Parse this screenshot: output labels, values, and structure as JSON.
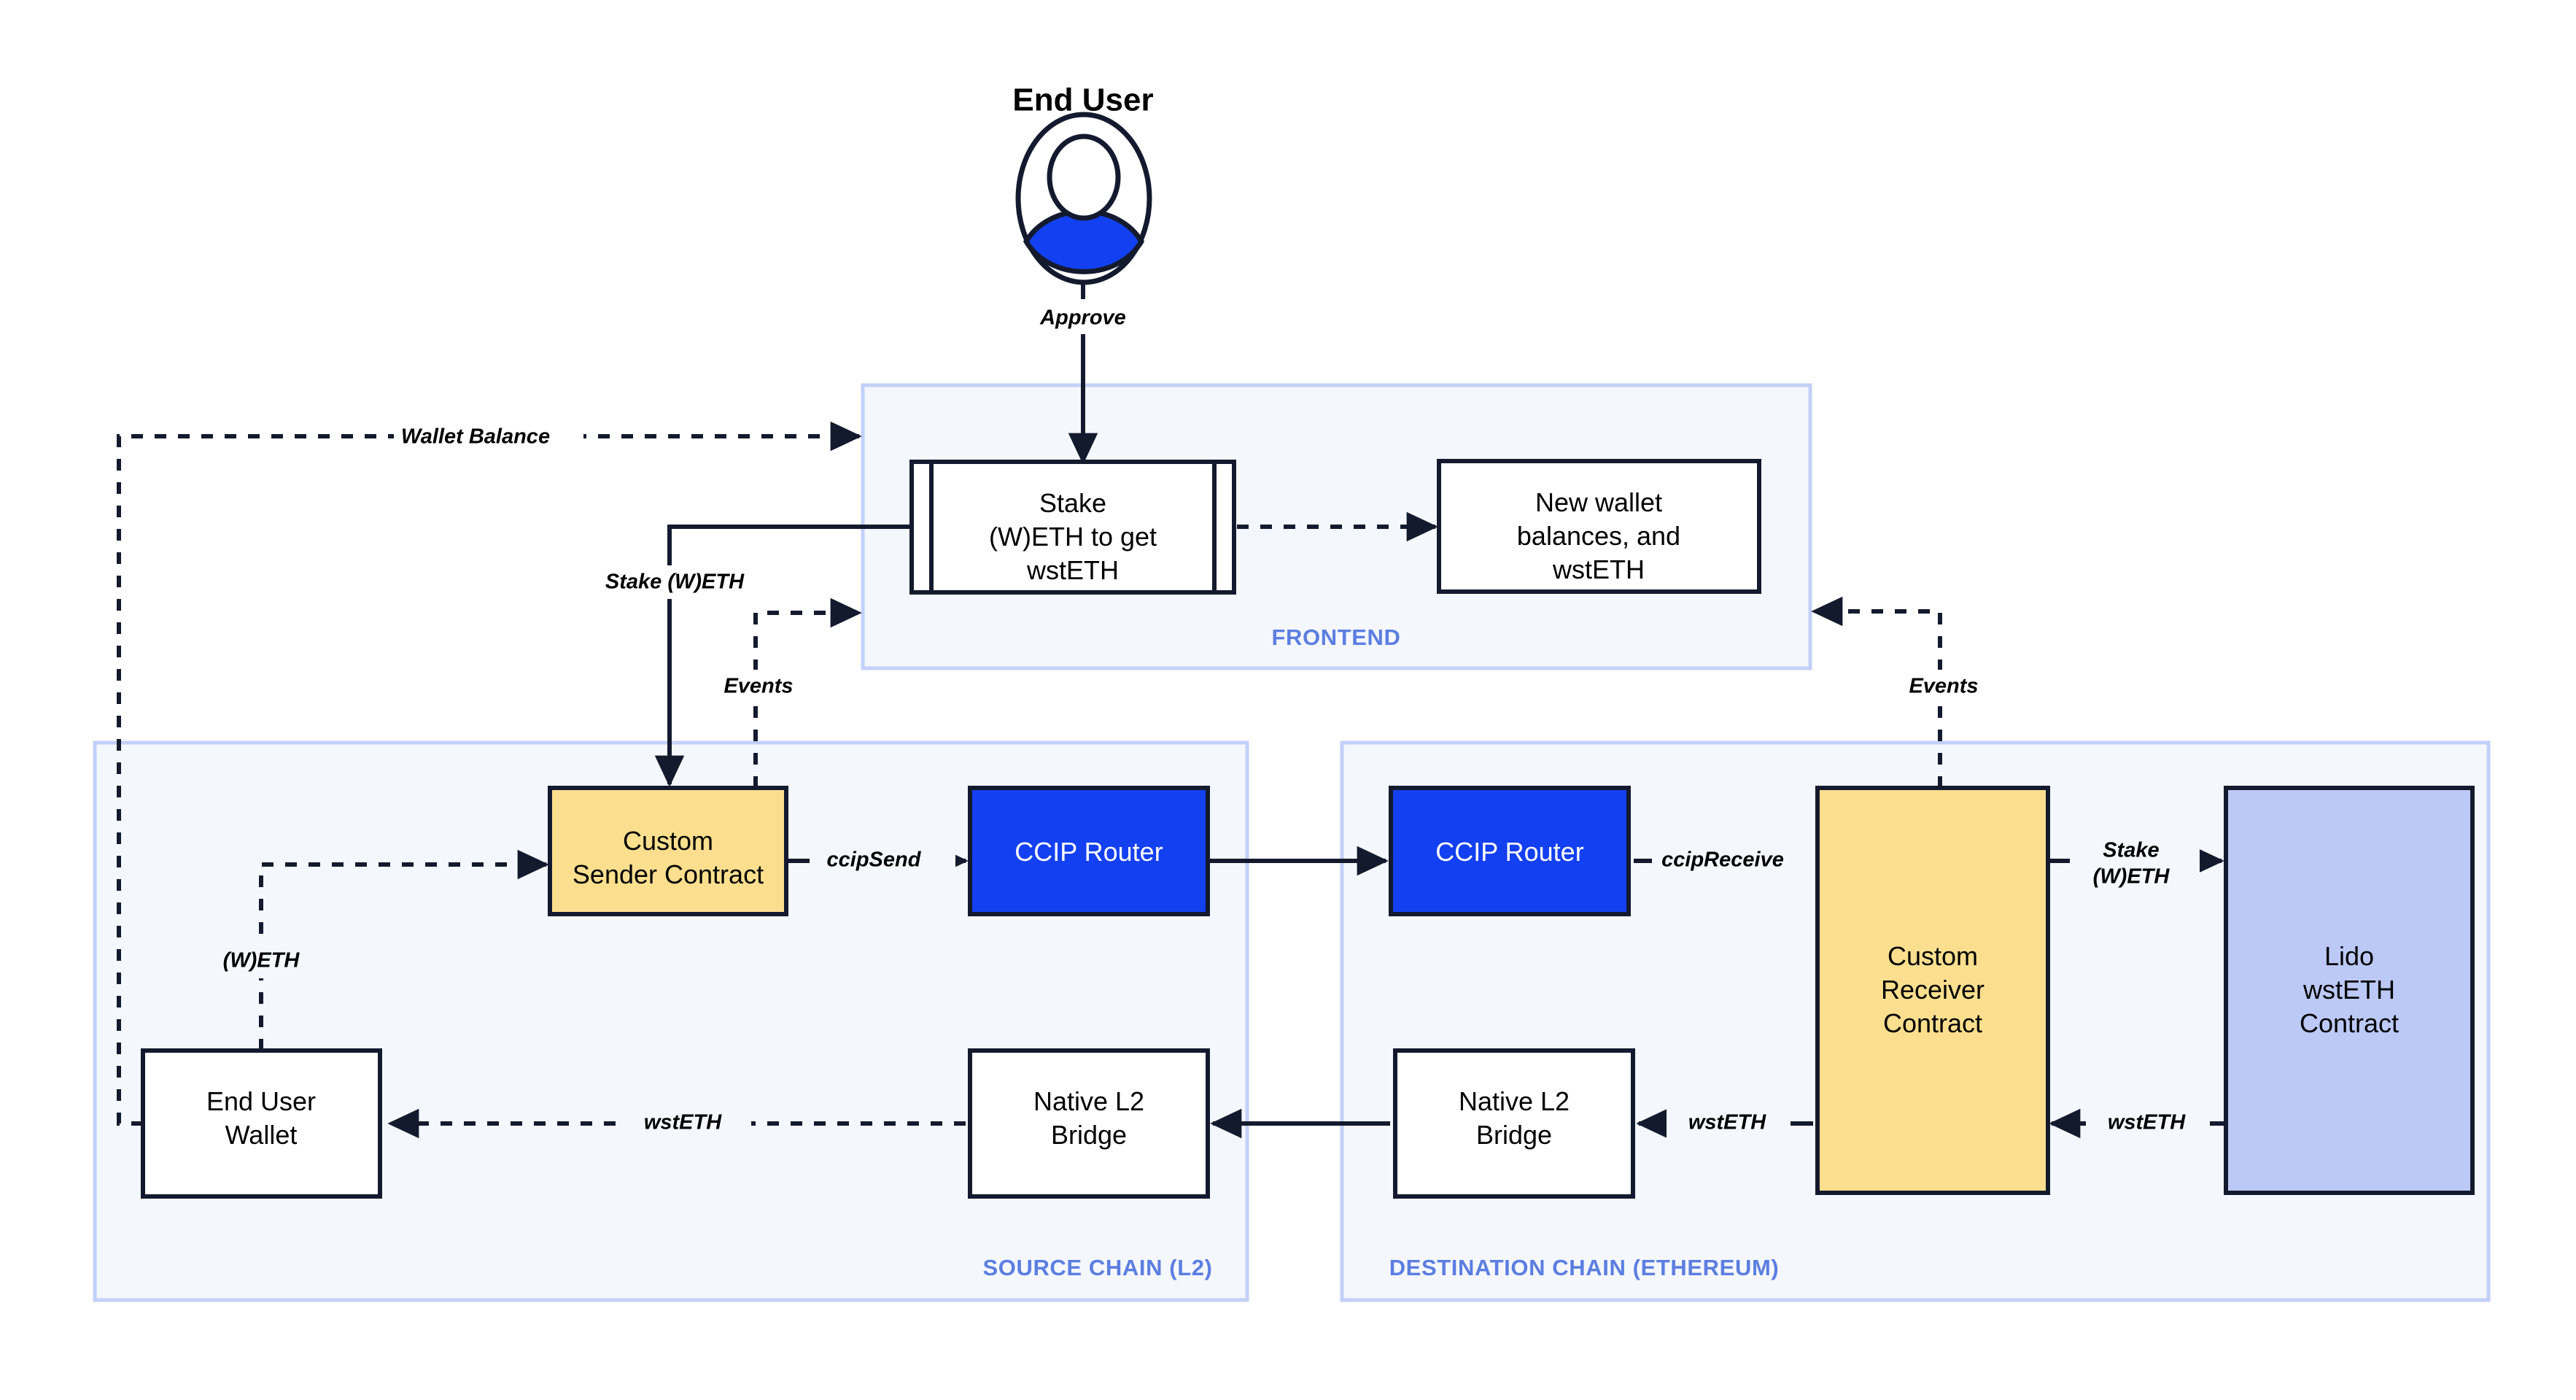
{
  "diagram": {
    "title": "End User",
    "actor": {
      "label": "End User",
      "icon": "user-avatar-icon"
    },
    "lanes": [
      {
        "id": "frontend",
        "label": "FRONTEND"
      },
      {
        "id": "source",
        "label": "SOURCE CHAIN (L2)"
      },
      {
        "id": "destination",
        "label": "DESTINATION CHAIN (ETHEREUM)"
      }
    ],
    "nodes": [
      {
        "id": "stake-weth",
        "lines": [
          "Stake",
          "(W)ETH to get",
          "wstETH"
        ],
        "style": "white-subroutine"
      },
      {
        "id": "new-balances",
        "lines": [
          "New wallet",
          "balances, and",
          "wstETH"
        ],
        "style": "white"
      },
      {
        "id": "sender-contract",
        "lines": [
          "Custom",
          "Sender Contract"
        ],
        "style": "yellow"
      },
      {
        "id": "router-source",
        "lines": [
          "CCIP Router"
        ],
        "style": "blue"
      },
      {
        "id": "router-dest",
        "lines": [
          "CCIP Router"
        ],
        "style": "blue"
      },
      {
        "id": "receiver-contract",
        "lines": [
          "Custom",
          "Receiver",
          "Contract"
        ],
        "style": "yellow"
      },
      {
        "id": "lido-contract",
        "lines": [
          "Lido",
          "wstETH",
          "Contract"
        ],
        "style": "lido"
      },
      {
        "id": "user-wallet",
        "lines": [
          "End User",
          "Wallet"
        ],
        "style": "white"
      },
      {
        "id": "bridge-source",
        "lines": [
          "Native L2",
          "Bridge"
        ],
        "style": "white"
      },
      {
        "id": "bridge-dest",
        "lines": [
          "Native L2",
          "Bridge"
        ],
        "style": "white"
      }
    ],
    "edges": [
      {
        "id": "approve",
        "label": "Approve",
        "from": "user-actor",
        "to": "stake-weth",
        "line": "solid"
      },
      {
        "id": "wallet-balance",
        "label": "Wallet Balance",
        "from": "user-wallet",
        "to": "frontend-lane",
        "line": "dashed"
      },
      {
        "id": "new-balances",
        "label": "",
        "from": "stake-weth",
        "to": "new-balances",
        "line": "dashed"
      },
      {
        "id": "stake-weth-out",
        "label": "Stake (W)ETH",
        "from": "stake-weth",
        "to": "sender-contract",
        "line": "solid"
      },
      {
        "id": "events-source",
        "label": "Events",
        "from": "sender-contract",
        "to": "frontend-lane",
        "line": "dashed"
      },
      {
        "id": "events-dest",
        "label": "Events",
        "from": "receiver-contract",
        "to": "frontend-lane",
        "line": "dashed"
      },
      {
        "id": "weth-in",
        "label": "(W)ETH",
        "from": "user-wallet",
        "to": "sender-contract",
        "line": "dashed"
      },
      {
        "id": "ccip-send",
        "label": "ccipSend",
        "from": "sender-contract",
        "to": "router-source",
        "line": "solid"
      },
      {
        "id": "cross-chain",
        "label": "",
        "from": "router-source",
        "to": "router-dest",
        "line": "solid"
      },
      {
        "id": "ccip-receive",
        "label": "ccipReceive",
        "from": "router-dest",
        "to": "receiver-contract",
        "line": "solid"
      },
      {
        "id": "stake-lido",
        "label": "Stake (W)ETH",
        "from": "receiver-contract",
        "to": "lido-contract",
        "line": "solid"
      },
      {
        "id": "wsteth-lido",
        "label": "wstETH",
        "from": "lido-contract",
        "to": "receiver-contract",
        "line": "solid"
      },
      {
        "id": "wsteth-bridge",
        "label": "wstETH",
        "from": "receiver-contract",
        "to": "bridge-dest",
        "line": "solid"
      },
      {
        "id": "bridge-cross",
        "label": "",
        "from": "bridge-dest",
        "to": "bridge-source",
        "line": "solid"
      },
      {
        "id": "wsteth-wallet",
        "label": "wstETH",
        "from": "bridge-source",
        "to": "user-wallet",
        "line": "dashed"
      }
    ],
    "edge_labels": {
      "approve": "Approve",
      "wallet_balance": "Wallet Balance",
      "stake_weth": "Stake (W)ETH",
      "events_source": "Events",
      "events_dest": "Events",
      "weth": "(W)ETH",
      "ccip_send": "ccipSend",
      "ccip_receive": "ccipReceive",
      "stake_lido_line1": "Stake",
      "stake_lido_line2": "(W)ETH",
      "wsteth_lido": "wstETH",
      "wsteth_bridge": "wstETH",
      "wsteth_wallet": "wstETH"
    },
    "node_text": {
      "stake_l1": "Stake",
      "stake_l2": "(W)ETH to get",
      "stake_l3": "wstETH",
      "newbal_l1": "New wallet",
      "newbal_l2": "balances, and",
      "newbal_l3": "wstETH",
      "sender_l1": "Custom",
      "sender_l2": "Sender Contract",
      "router_source": "CCIP Router",
      "router_dest": "CCIP Router",
      "receiver_l1": "Custom",
      "receiver_l2": "Receiver",
      "receiver_l3": "Contract",
      "lido_l1": "Lido",
      "lido_l2": "wstETH",
      "lido_l3": "Contract",
      "wallet_l1": "End User",
      "wallet_l2": "Wallet",
      "bridge_src_l1": "Native L2",
      "bridge_src_l2": "Bridge",
      "bridge_dst_l1": "Native L2",
      "bridge_dst_l2": "Bridge"
    },
    "colors": {
      "lane_fill": "#f5f7fe",
      "lane_stroke": "#c3d0f8",
      "lane_label": "#5b7ee0",
      "node_stroke": "#141a2e",
      "yellow": "#fcdf8e",
      "blue": "#1340f0",
      "lido": "#bcc9f7",
      "white": "#ffffff"
    }
  }
}
